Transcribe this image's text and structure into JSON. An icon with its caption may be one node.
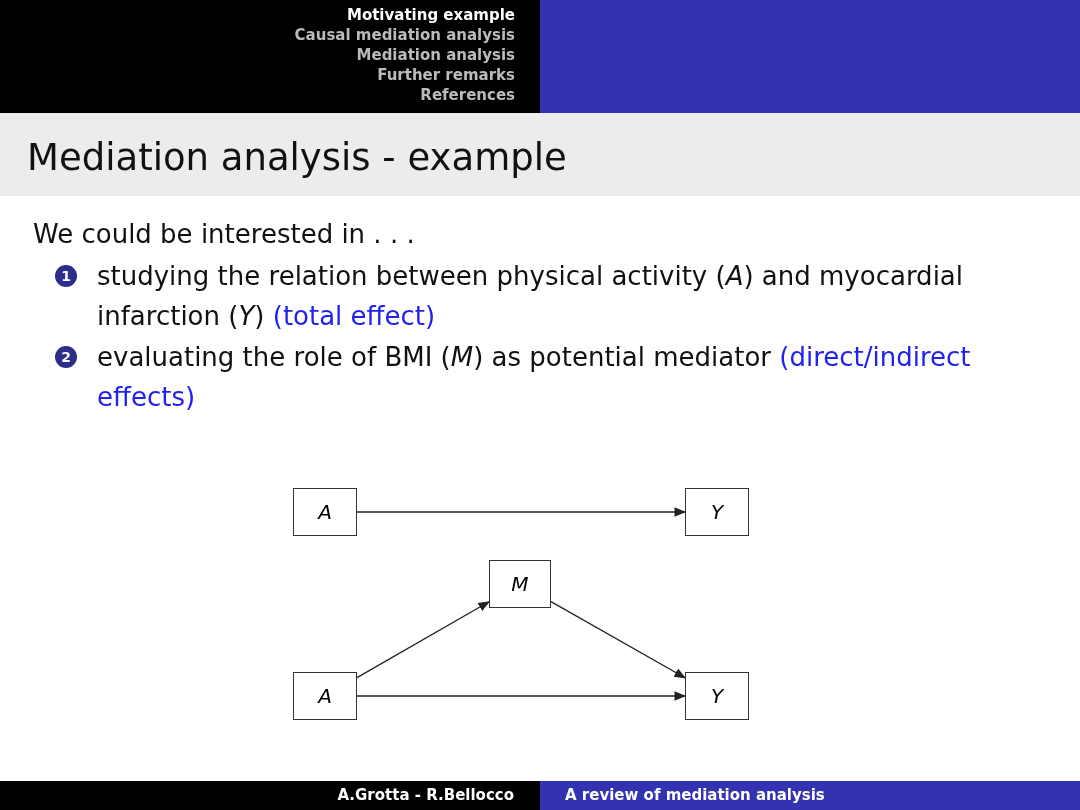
{
  "diagram": {
    "title": "Mediation analysis - example",
    "nodes": [
      {
        "text": [
          "*A*"
        ]
      },
      {
        "text": [
          "*Y*"
        ]
      },
      {
        "text": [
          "*M*"
        ]
      },
      {
        "text": [
          "*A*"
        ]
      },
      {
        "text": [
          "*Y*"
        ]
      }
    ],
    "edges": [
      {
        "from": 0,
        "to": 1,
        "arrow": "to"
      },
      {
        "from": 3,
        "to": 2,
        "arrow": "to"
      },
      {
        "from": 2,
        "to": 4,
        "arrow": "to"
      },
      {
        "from": 3,
        "to": 4,
        "arrow": "to"
      }
    ],
    "labels": [
      "Motivating example",
      "Causal mediation analysis",
      "Mediation analysis",
      "Further remarks",
      "References",
      "We could be interested in . . .",
      "1",
      "studying the relation between physical activity (*A*) and myocardial infarction (*Y*)",
      "(total effect)",
      "2",
      "evaluating the role of BMI (*M*) as potential mediator",
      "(direct/indirect effects)",
      "A.Grotta - R.Bellocco",
      "A review of mediation analysis"
    ]
  }
}
